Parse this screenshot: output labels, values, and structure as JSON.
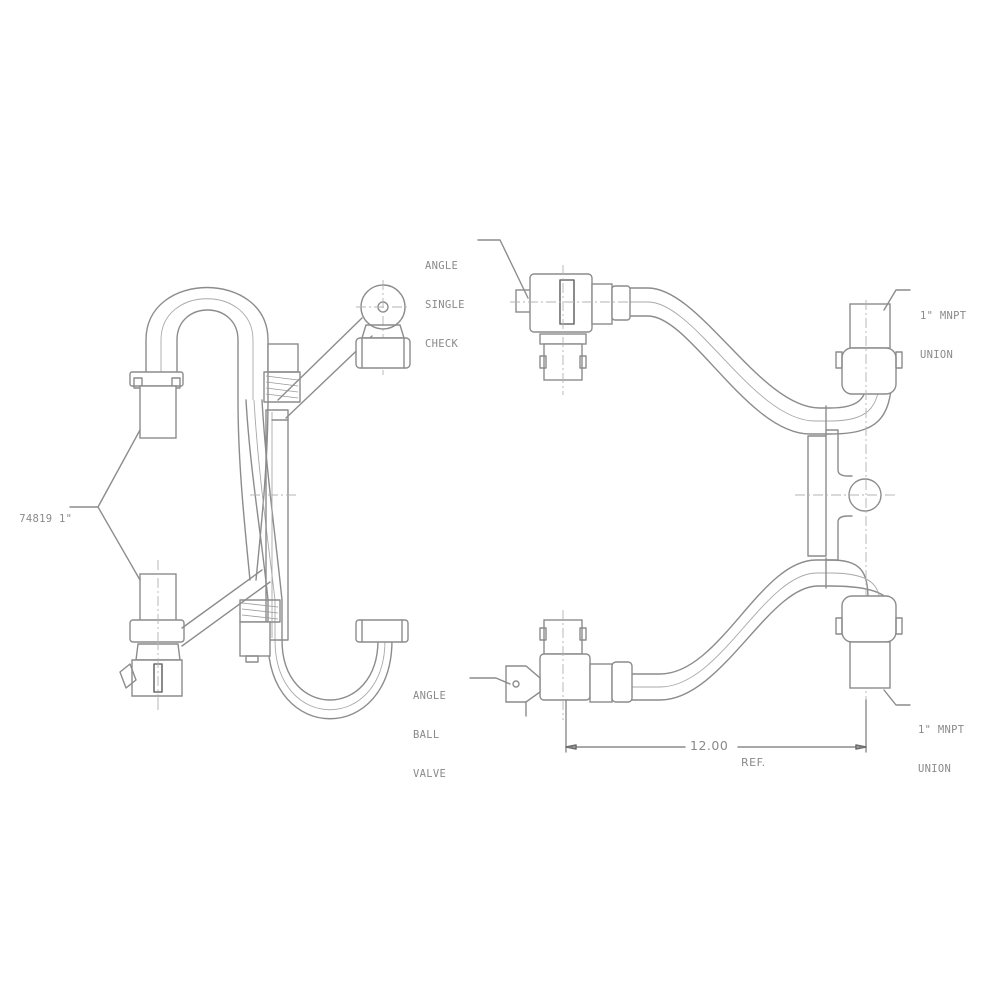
{
  "drawing": {
    "type": "piping assembly technical drawing",
    "line_color": "#8c8c8c",
    "background": "#ffffff",
    "views": [
      "side view (left)",
      "front view (right)"
    ]
  },
  "callouts": {
    "part_number": {
      "line1": "74819 1\""
    },
    "angle_single_check": {
      "line1": "ANGLE",
      "line2": "SINGLE",
      "line3": "CHECK"
    },
    "union_top": {
      "line1": "1\" MNPT",
      "line2": "UNION"
    },
    "angle_ball_valve": {
      "line1": "ANGLE",
      "line2": "BALL",
      "line3": "VALVE"
    },
    "union_bottom": {
      "line1": "1\" MNPT",
      "line2": "UNION"
    }
  },
  "dimension": {
    "value": "12.00",
    "note": "REF."
  }
}
